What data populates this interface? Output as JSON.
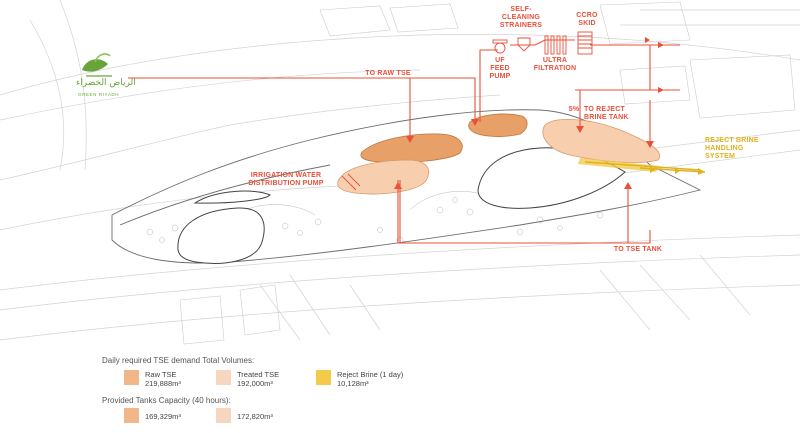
{
  "logo": {
    "arabic": "الرياض الخضراء",
    "english": "GREEN RIYADH"
  },
  "labels": {
    "self_cleaning": "SELF-\nCLEANING\nSTRAINERS",
    "ccro": "CCRO\nSKID",
    "uf_feed": "UF\nFEED\nPUMP",
    "ultra": "ULTRA\nFILTRATION",
    "to_raw": "TO RAW TSE",
    "pct": "5%",
    "to_reject": "TO REJECT\nBRINE TANK",
    "reject_handling": "REJECT BRINE\nHANDLING\nSYSTEM",
    "irrigation": "IRRIGATION WATER\nDISTRIBUTION PUMP",
    "to_tse": "TO TSE TANK"
  },
  "legend": {
    "demand_title": "Daily required TSE demand Total Volumes:",
    "capacity_title": "Provided Tanks Capacity (40 hours):",
    "raw_name": "Raw TSE",
    "raw_volume": "219,888m³",
    "treated_name": "Treated TSE",
    "treated_volume": "192,000m³",
    "reject_name": "Reject Brine (1 day)",
    "reject_volume": "10,128m³",
    "raw_capacity": "169,329m³",
    "treated_capacity": "172,820m³"
  },
  "colors": {
    "raw": "#f1b789",
    "treated": "#f7d6c0",
    "reject": "#f2cb4a",
    "flow": "#e8503a",
    "brine_flow": "#e0b21c",
    "tank_dark": "#e7a068",
    "tank_light": "#f8cfae"
  }
}
